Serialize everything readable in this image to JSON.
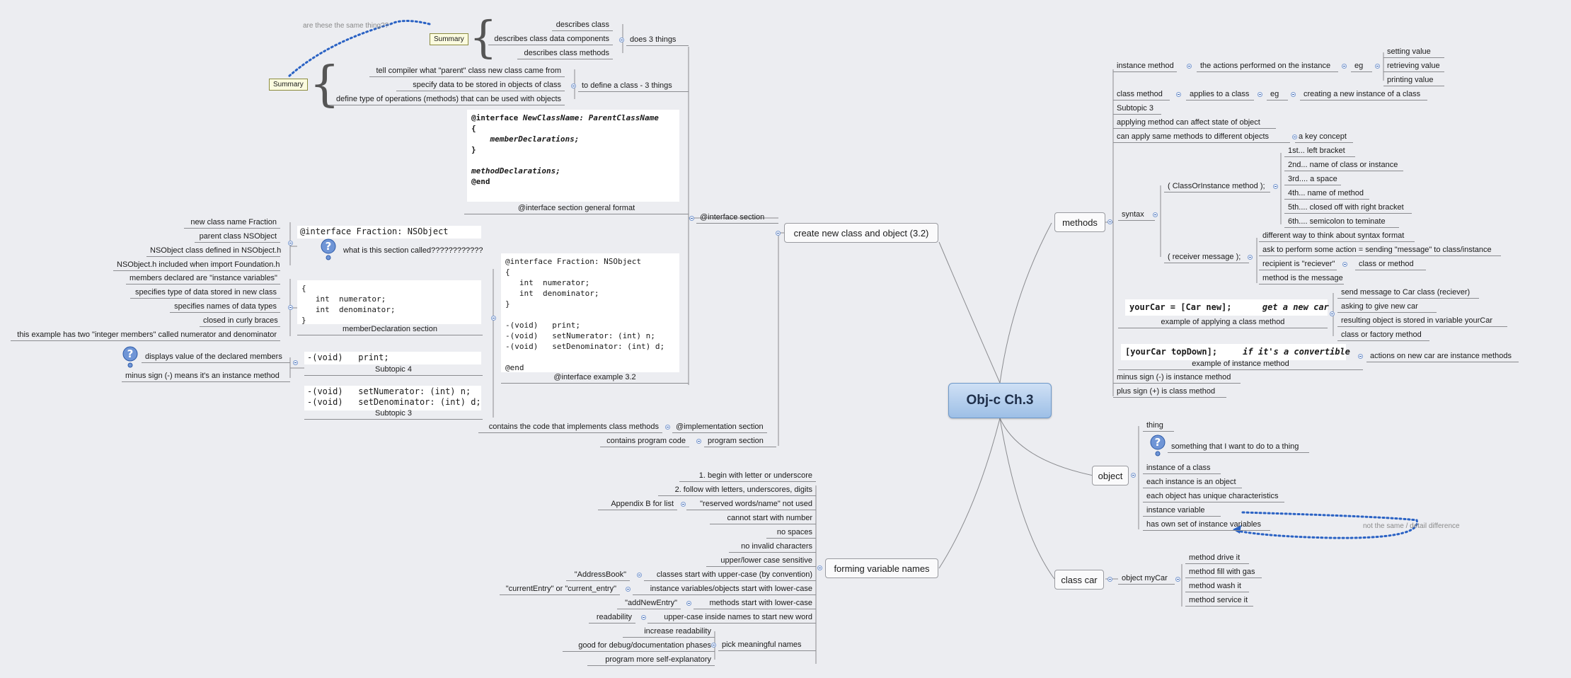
{
  "central": "Obj-c Ch.3",
  "methods": {
    "label": "methods",
    "instance_method": {
      "label": "instance method",
      "action": "the actions performed on the instance",
      "eg": "eg",
      "examples": [
        "setting value",
        "retrieving value",
        "printing value"
      ]
    },
    "class_method": {
      "label": "class method",
      "applies": "applies to a class",
      "eg": "eg",
      "example": "creating a new instance of a class"
    },
    "subtopic3": "Subtopic 3",
    "affects_state": "applying method can affect state of object",
    "same_methods": "can apply same methods to different objects",
    "key_concept": "a key concept",
    "syntax": {
      "label": "syntax",
      "form1": "( ClassOrInstance method  );",
      "steps": [
        "1st... left bracket",
        "2nd... name of class or instance",
        "3rd.... a space",
        "4th... name of method",
        "5th.... closed off with right bracket",
        "6th.... semicolon to teminate"
      ],
      "form2": "( receiver message );",
      "receiver_notes": [
        "different way to think about syntax format",
        "ask to perform some action = sending \"message\" to class/instance",
        "recipient is \"reciever\"",
        "method is the message"
      ],
      "receiver_kind": "class or method"
    },
    "example_class": {
      "code_a": "yourCar = [Car new];",
      "code_b": "get a new car",
      "label": "example of applying a class method",
      "notes": [
        "send message to Car class (reciever)",
        "asking to give new car",
        "resulting object is stored in variable yourCar",
        "class or factory method"
      ]
    },
    "example_instance": {
      "code_a": "[yourCar topDown];",
      "code_b": "if it's a convertible",
      "label": "example of instance method",
      "note": "actions on new car are instance methods"
    },
    "minus": "minus sign (-) is instance method",
    "plus": "plus sign (+) is class method"
  },
  "object": {
    "label": "object",
    "items": [
      "thing",
      "something that I want to do to a thing",
      "instance of a class",
      "each instance is an object",
      "each object has unique characteristics",
      "instance variable",
      "has own set of instance variables"
    ],
    "relation_note": "not the same / detail difference"
  },
  "class_car": {
    "label": "class car",
    "object": "object myCar",
    "methods": [
      "method drive it",
      "method fill with gas",
      "method wash it",
      "method service it"
    ]
  },
  "create": {
    "label": "create new class and object (3.2)",
    "does3": "does 3 things",
    "describes": [
      "describes class",
      "describes class data components",
      "describes class methods"
    ],
    "define3": "to define a class - 3 things",
    "define_items": [
      "tell compiler what \"parent\" class new class came from",
      "specify data to be stored in objects of class",
      "define type of operations (methods) that can be used with objects"
    ],
    "summary_label": "Summary",
    "same_question": "are these the same thing??",
    "interface_section": "@interface section",
    "general": {
      "line1a": "@interface ",
      "line1b": "NewClassName: ParentClassName",
      "line2": "{",
      "line3": "    memberDeclarations;",
      "line4": "}",
      "line5": "methodDeclarations;",
      "line6": "@end",
      "caption": "@interface section general format"
    },
    "example": {
      "code": "@interface Fraction: NSObject\n{\n   int  numerator;\n   int  denominator;\n}\n\n-(void)   print;\n-(void)   setNumerator: (int) n;\n-(void)   setDenominator: (int) d;\n\n@end",
      "caption": "@interface example 3.2"
    },
    "header_code": "@interface Fraction: NSObject",
    "header_notes": [
      "new class name Fraction",
      "parent class NSObject",
      "NSObject class defined in NSObject.h",
      "NSObject.h included when import Foundation.h"
    ],
    "question": "what is this section called????????????",
    "members_code": "{\n   int  numerator;\n   int  denominator;\n}",
    "members_caption": "memberDeclaration section",
    "members_notes": [
      "members declared are \"instance variables\"",
      "specifies type of data stored in new class",
      "specifies names of data types",
      "closed in curly braces",
      "this example has two \"integer members\" called numerator and denominator"
    ],
    "print_code": "-(void)   print;",
    "print_caption": "Subtopic 4",
    "print_notes": [
      "displays value of the declared members",
      "minus sign (-) means it's an instance method"
    ],
    "setters_code": "-(void)   setNumerator: (int) n;\n-(void)   setDenominator: (int) d;",
    "setters_caption": "Subtopic 3",
    "implementation": "@implementation section",
    "implementation_note": "contains the code that implements class methods",
    "program": "program section",
    "program_note": "contains program code"
  },
  "variables": {
    "label": "forming variable names",
    "rules": [
      "1. begin with letter or underscore",
      "2. follow with letters, underscores, digits",
      "\"reserved words/name\" not used",
      "cannot start with number",
      "no spaces",
      "no invalid characters",
      "upper/lower case sensitive",
      "classes start with upper-case (by convention)",
      "instance variables/objects start with lower-case",
      "methods start with lower-case",
      "upper-case inside names to start new word"
    ],
    "appendix": "Appendix B for list",
    "ex_class": "\"AddressBook\"",
    "ex_var": "\"currentEntry\" or \"current_entry\"",
    "ex_method": "\"addNewEntry\"",
    "readability": "readability",
    "meaningful": "pick meaningful names",
    "meaningful_items": [
      "increase readability",
      "good for debug/documentation phases",
      "program more self-explanatory"
    ]
  }
}
